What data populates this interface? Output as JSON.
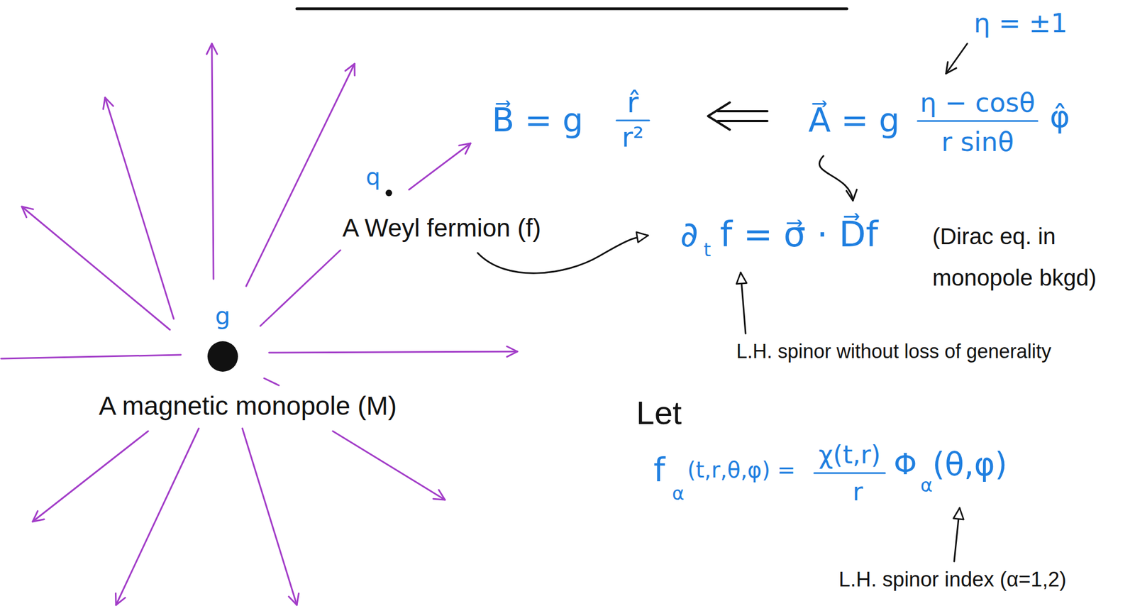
{
  "diagram": {
    "labels": [
      "g",
      "q",
      "A Weyl fermion (f)",
      "A magnetic monopole (M)",
      "B⃗ = g",
      "r̂",
      "r²",
      "A⃗ = g",
      "η − cosθ",
      "r sinθ",
      "φ̂",
      "η = ±1",
      "∂",
      "t",
      "f = σ⃗ · D⃗f",
      "(Dirac eq. in monopole bkgd)",
      "L.H. spinor without loss of generality",
      "Let",
      "f",
      "α",
      "(t,r,θ,φ) =",
      "χ(t,r)",
      "r",
      "Φ",
      "α",
      "(θ,φ)",
      "L.H. spinor index (α=1,2)"
    ]
  }
}
